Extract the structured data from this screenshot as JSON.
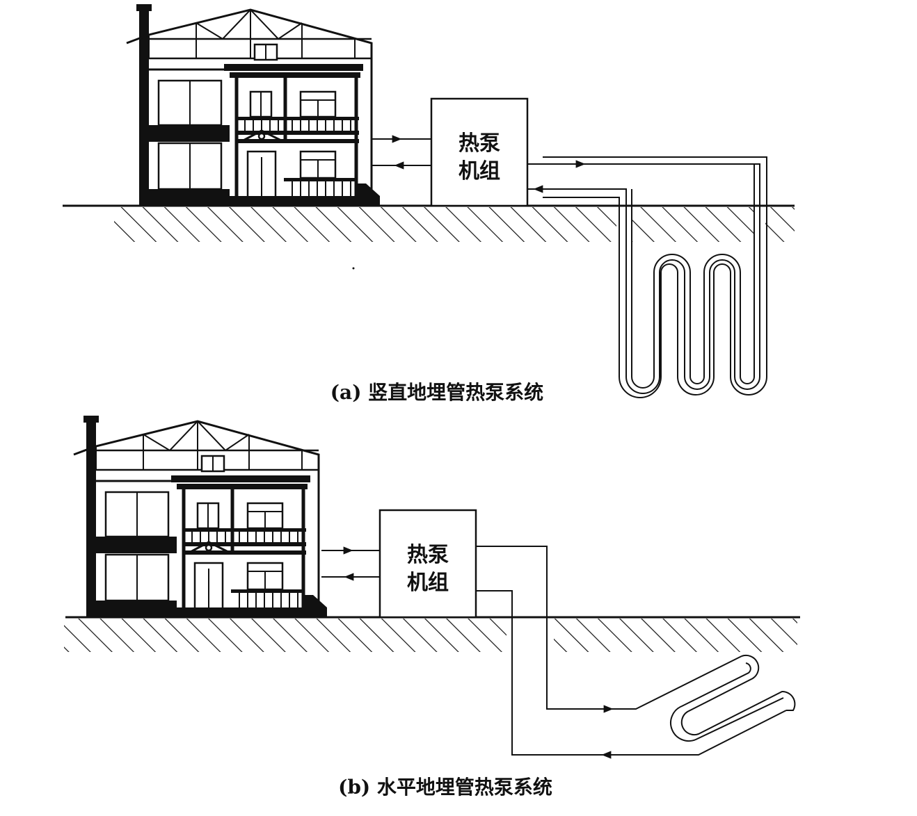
{
  "diagram_a": {
    "unit_label_line1": "热泵",
    "unit_label_line2": "机组",
    "caption": "(a) 竖直地埋管热泵系统"
  },
  "diagram_b": {
    "unit_label_line1": "热泵",
    "unit_label_line2": "机组",
    "caption": "(b) 水平地埋管热泵系统"
  }
}
